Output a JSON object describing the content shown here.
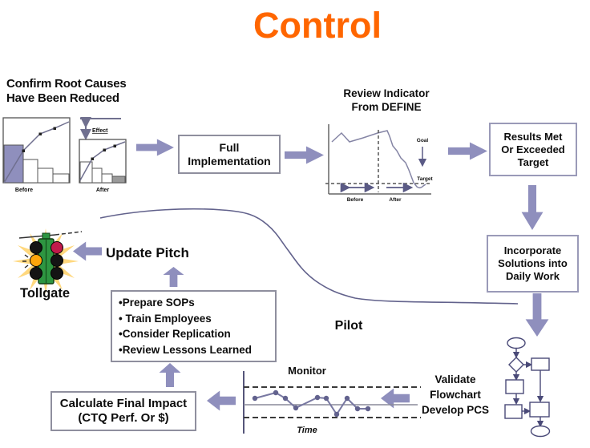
{
  "title": "Control",
  "colors": {
    "accent": "#FF6600",
    "arrow": "#8F8FBD"
  },
  "confirm_section": {
    "heading": "Confirm Root Causes\nHave Been Reduced",
    "chart_type": "pareto-before-after",
    "before_label": "Before",
    "after_label": "After",
    "effect_label": "Effect"
  },
  "boxes": {
    "full_implementation": "Full\nImplementation",
    "results": "Results Met\nOr Exceeded\nTarget",
    "incorporate": "Incorporate\nSolutions into\nDaily Work",
    "calculate": "Calculate Final Impact\n(CTQ Perf. Or $)",
    "sop_items": [
      "•Prepare SOPs",
      "• Train Employees",
      "•Consider Replication",
      "•Review Lessons Learned"
    ]
  },
  "review_chart": {
    "heading": "Review Indicator\nFrom DEFINE",
    "type": "line-trend",
    "goal_label": "Goal",
    "target_label": "Target",
    "before_label": "Before",
    "after_label": "After"
  },
  "monitor_chart": {
    "title": "Monitor",
    "xlabel": "Time",
    "type": "control-chart"
  },
  "labels": {
    "validate": "Validate\nFlowchart\nDevelop PCS",
    "update_pitch": "Update Pitch",
    "tollgate": "Tollgate",
    "pilot": "Pilot"
  }
}
